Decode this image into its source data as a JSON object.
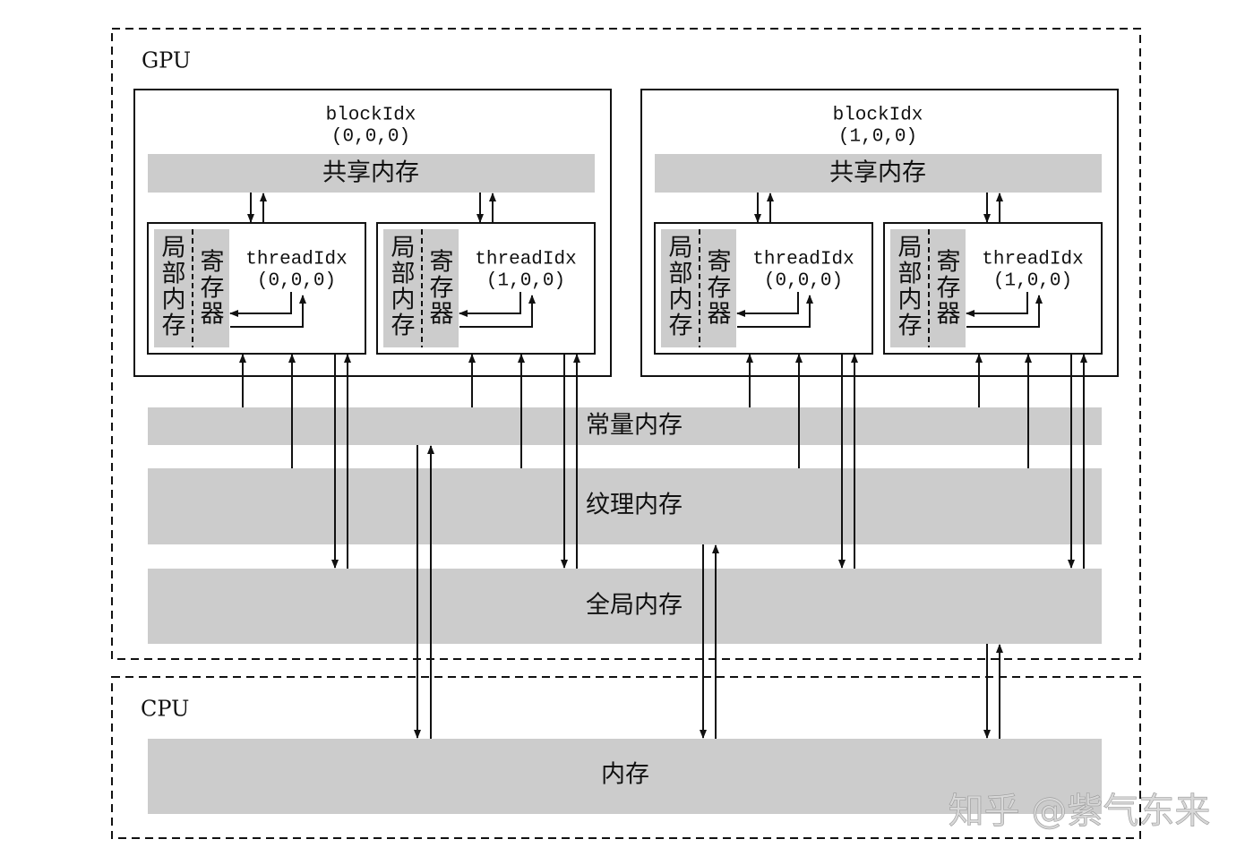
{
  "gpu": {
    "label": "GPU",
    "blocks": [
      {
        "title": "blockIdx",
        "index": "(0,0,0)",
        "shared_memory": "共享内存",
        "threads": [
          {
            "title": "threadIdx",
            "index": "(0,0,0)",
            "local_memory": [
              "局",
              "部",
              "内",
              "存"
            ],
            "registers": [
              "寄",
              "存",
              "器"
            ]
          },
          {
            "title": "threadIdx",
            "index": "(1,0,0)",
            "local_memory": [
              "局",
              "部",
              "内",
              "存"
            ],
            "registers": [
              "寄",
              "存",
              "器"
            ]
          }
        ]
      },
      {
        "title": "blockIdx",
        "index": "(1,0,0)",
        "shared_memory": "共享内存",
        "threads": [
          {
            "title": "threadIdx",
            "index": "(0,0,0)",
            "local_memory": [
              "局",
              "部",
              "内",
              "存"
            ],
            "registers": [
              "寄",
              "存",
              "器"
            ]
          },
          {
            "title": "threadIdx",
            "index": "(1,0,0)",
            "local_memory": [
              "局",
              "部",
              "内",
              "存"
            ],
            "registers": [
              "寄",
              "存",
              "器"
            ]
          }
        ]
      }
    ],
    "constant_memory": "常量内存",
    "texture_memory": "纹理内存",
    "global_memory": "全局内存"
  },
  "cpu": {
    "label": "CPU",
    "memory": "内存"
  },
  "watermark": "知乎 @紫气东来",
  "colors": {
    "bar": "#cccccc",
    "line": "#111111",
    "watermark": "#d8d8d8"
  }
}
